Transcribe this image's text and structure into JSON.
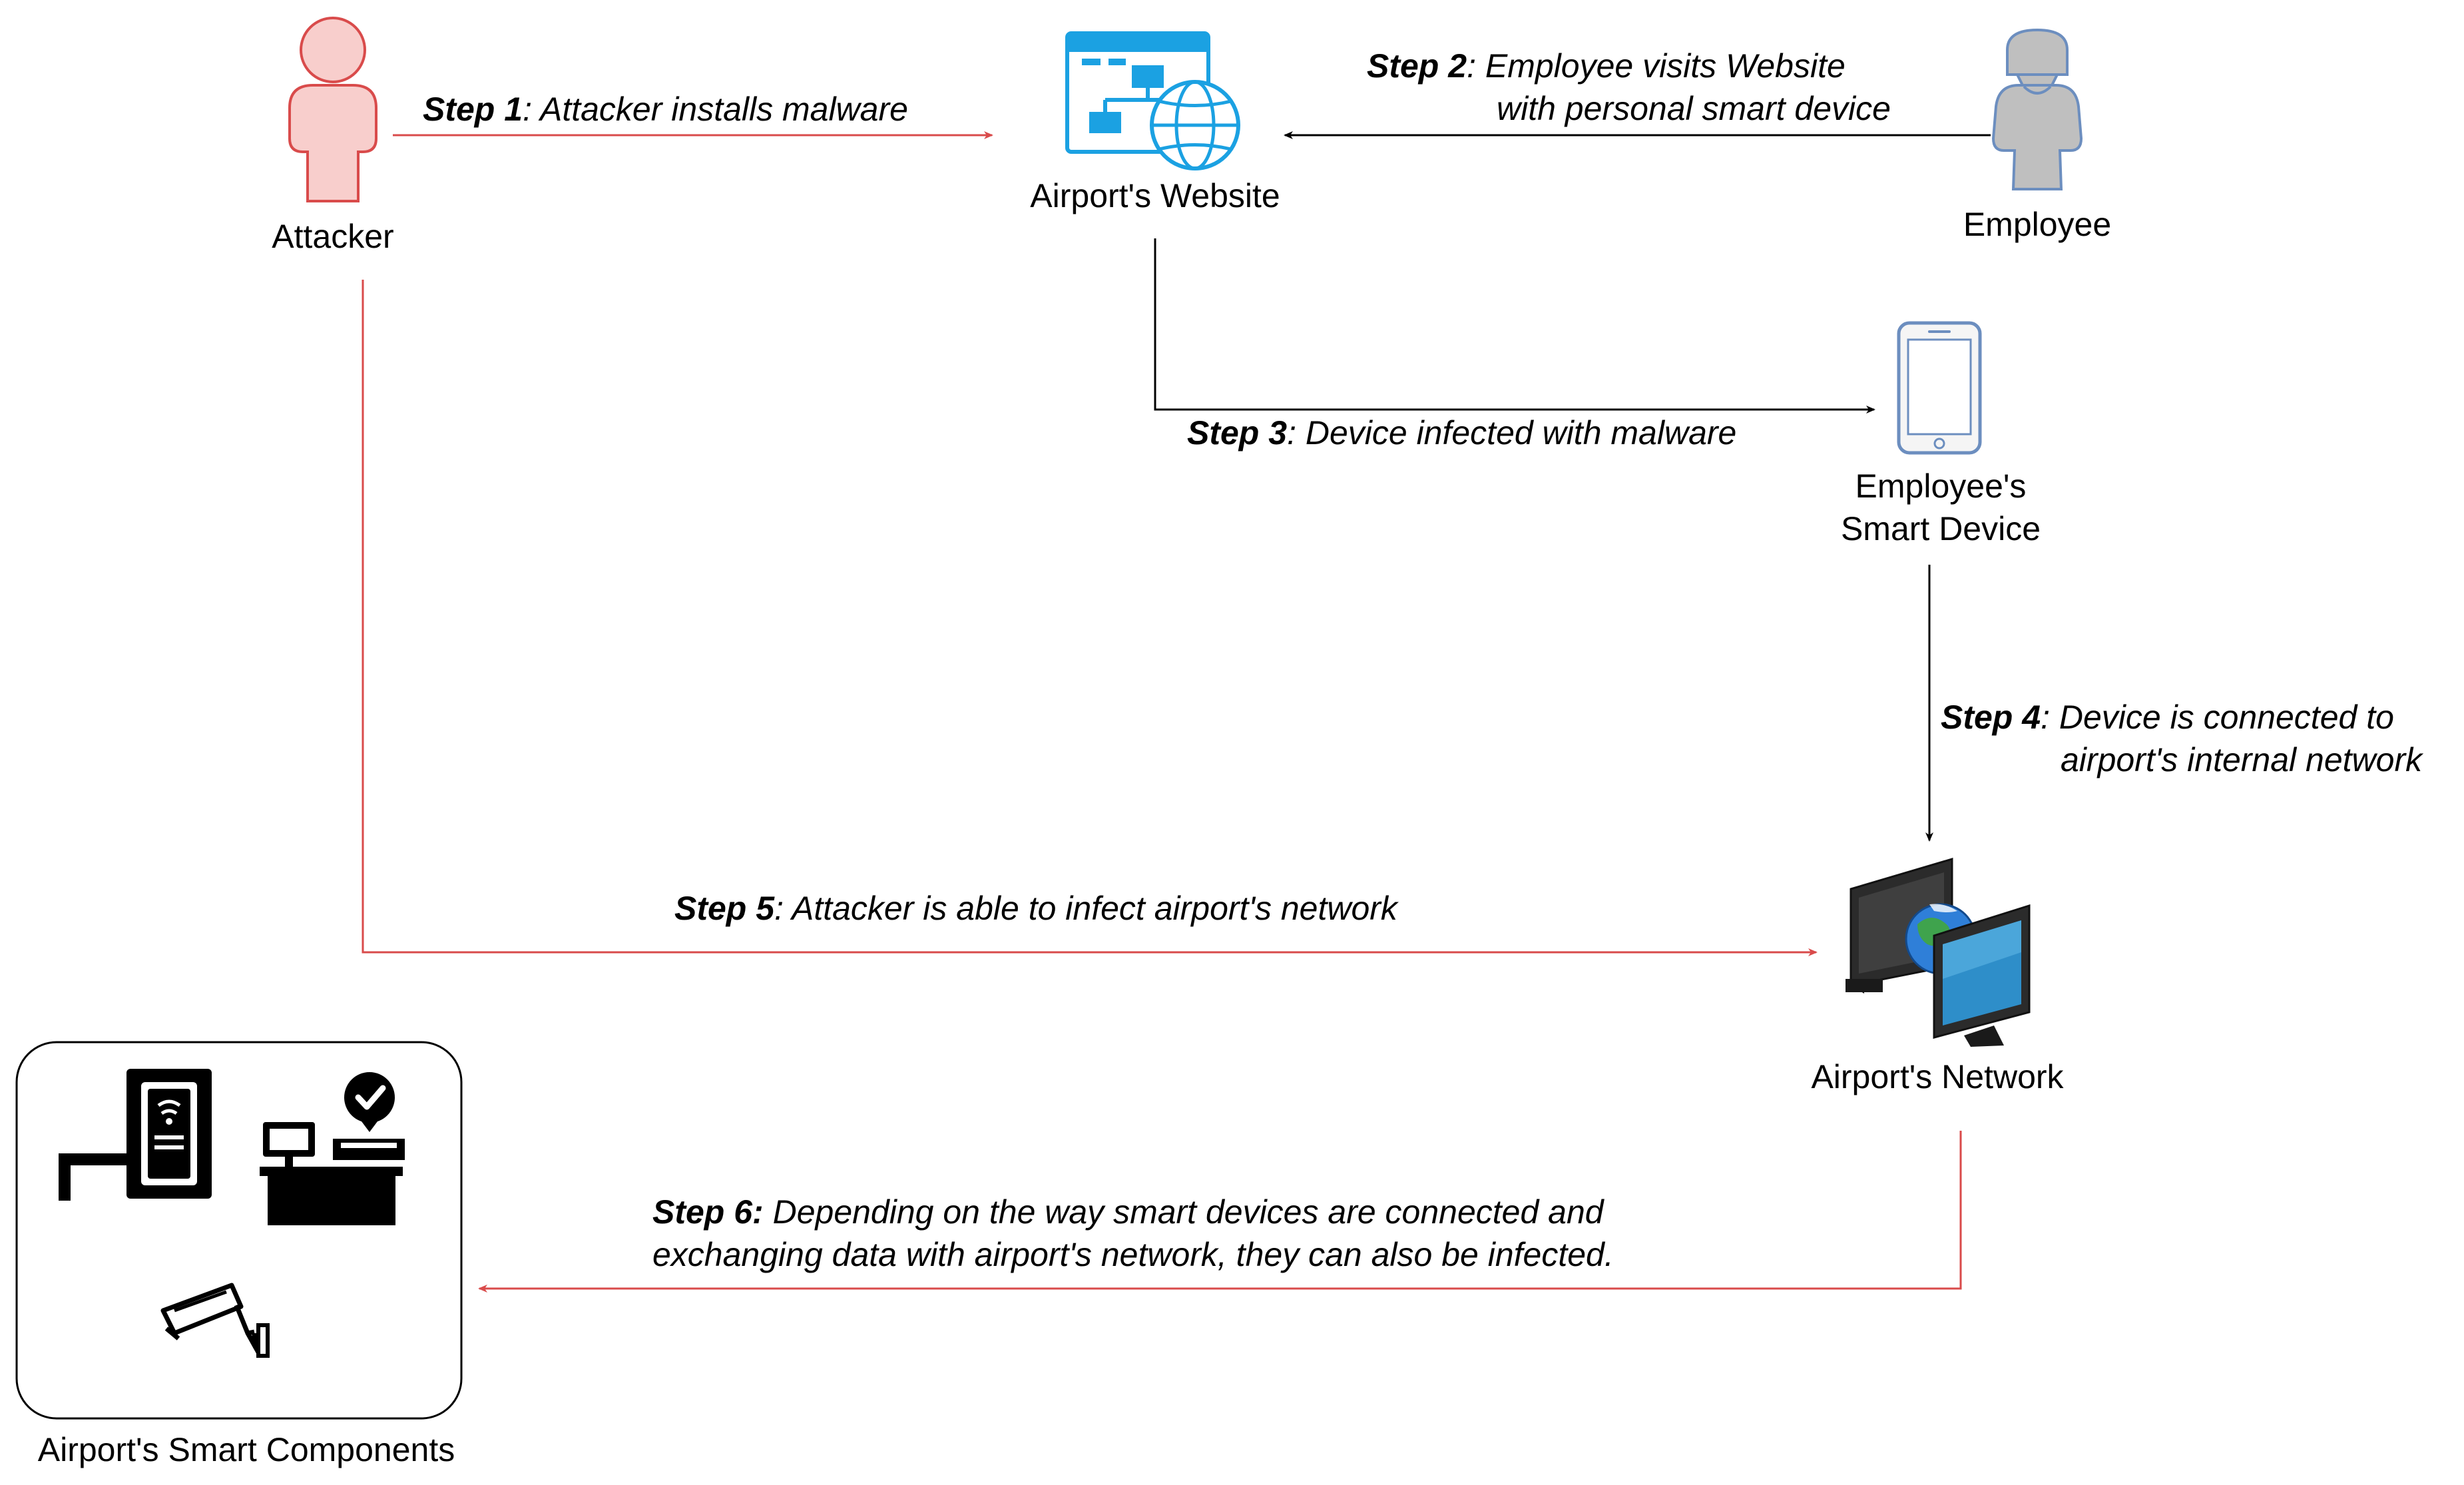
{
  "nodes": {
    "attacker": "Attacker",
    "website": "Airport's Website",
    "employee": "Employee",
    "smart_device": [
      "Employee's",
      "Smart Device"
    ],
    "network": "Airport's Network",
    "components": "Airport's Smart Components"
  },
  "steps": [
    {
      "tag": "Step 1",
      "lines": [
        ": Attacker installs malware"
      ]
    },
    {
      "tag": "Step 2",
      "lines": [
        ": Employee visits Website",
        "with personal smart device"
      ]
    },
    {
      "tag": "Step 3",
      "lines": [
        ": Device infected with malware"
      ]
    },
    {
      "tag": "Step 4",
      "lines": [
        ": Device is connected to",
        "airport's internal network"
      ]
    },
    {
      "tag": "Step 5",
      "lines": [
        ": Attacker is able to infect airport's network"
      ]
    },
    {
      "tag": "Step 6:",
      "lines": [
        " Depending on the way smart devices are connected and",
        "exchanging data with airport's network, they can also be infected."
      ]
    }
  ],
  "colors": {
    "attack_line": "#d94b4b",
    "normal_line": "#000000",
    "attacker_fill": "#f8cecc",
    "attacker_stroke": "#d94b4b",
    "employee_fill": "#bfbfbf",
    "employee_stroke": "#6c8ebf",
    "web_blue": "#1ba1e2"
  }
}
